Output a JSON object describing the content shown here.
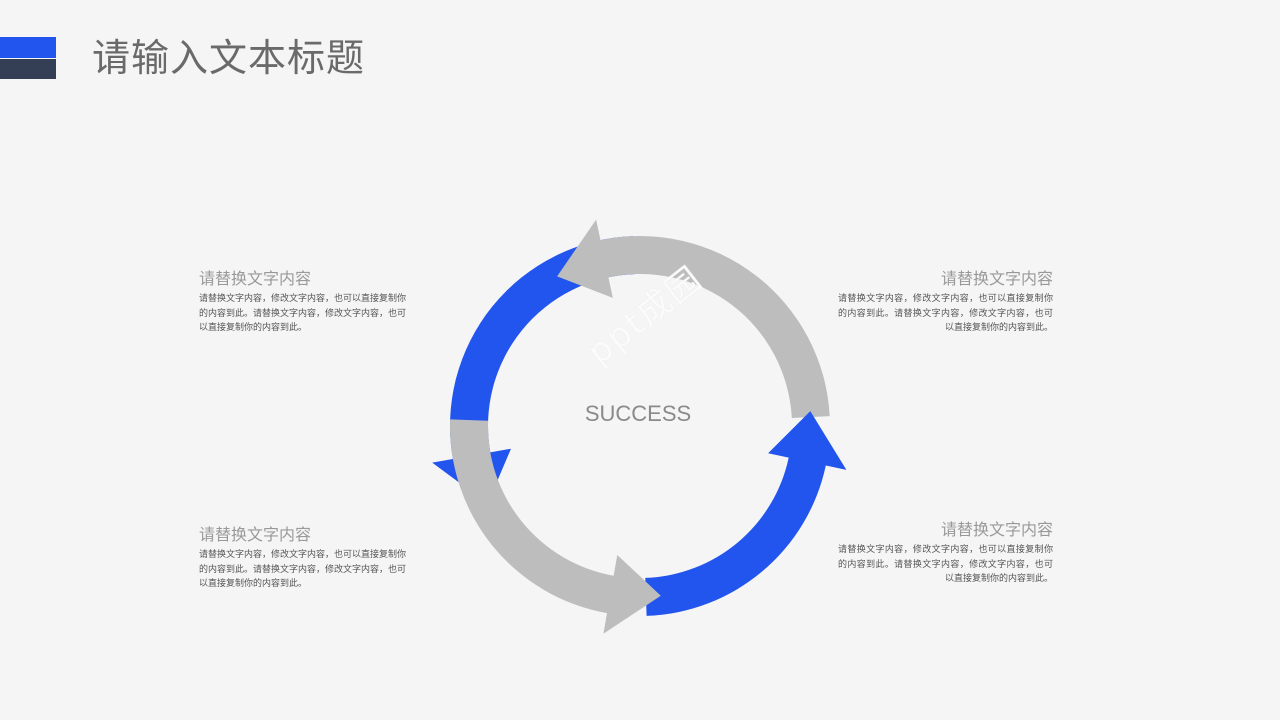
{
  "header": {
    "title": "请输入文本标题"
  },
  "diagram": {
    "center_label": "SUCCESS",
    "watermark": "ppt成园",
    "colors": {
      "accent": "#2255ee",
      "neutral": "#bdbdbd",
      "accent_dark": "#343e55"
    },
    "segments": [
      {
        "id": "top-left",
        "color": "accent"
      },
      {
        "id": "top-right",
        "color": "neutral"
      },
      {
        "id": "bottom-right",
        "color": "accent"
      },
      {
        "id": "bottom-left",
        "color": "neutral"
      }
    ]
  },
  "blocks": {
    "top_left": {
      "title": "请替换文字内容",
      "body": "请替换文字内容，修改文字内容，也可以直接复制你的内容到此。请替换文字内容，修改文字内容，也可以直接复制你的内容到此。"
    },
    "top_right": {
      "title": "请替换文字内容",
      "body": "请替换文字内容，修改文字内容，也可以直接复制你的内容到此。请替换文字内容，修改文字内容，也可以直接复制你的内容到此。"
    },
    "bottom_left": {
      "title": "请替换文字内容",
      "body": "请替换文字内容，修改文字内容，也可以直接复制你的内容到此。请替换文字内容，修改文字内容，也可以直接复制你的内容到此。"
    },
    "bottom_right": {
      "title": "请替换文字内容",
      "body": "请替换文字内容，修改文字内容，也可以直接复制你的内容到此。请替换文字内容，修改文字内容，也可以直接复制你的内容到此。"
    }
  }
}
